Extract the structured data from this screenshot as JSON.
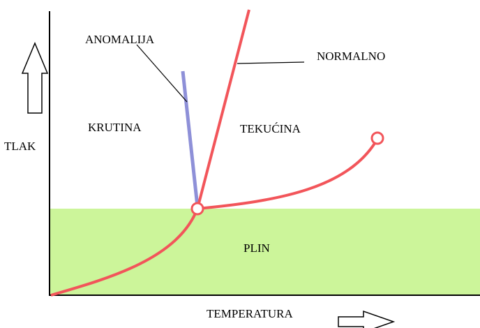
{
  "diagram": {
    "axes": {
      "y_label": "TLAK",
      "x_label": "TEMPERATURA"
    },
    "regions": {
      "solid": "KRUTINA",
      "liquid": "TEKUĆINA",
      "gas": "PLIN"
    },
    "annotations": {
      "anomaly": "ANOMALIJA",
      "normal": "NORMALNO"
    },
    "colors": {
      "gas_fill": "#ccf59a",
      "phase_curve": "#f2555a",
      "anomaly_line": "#8e90d8",
      "axis": "#000000"
    }
  }
}
